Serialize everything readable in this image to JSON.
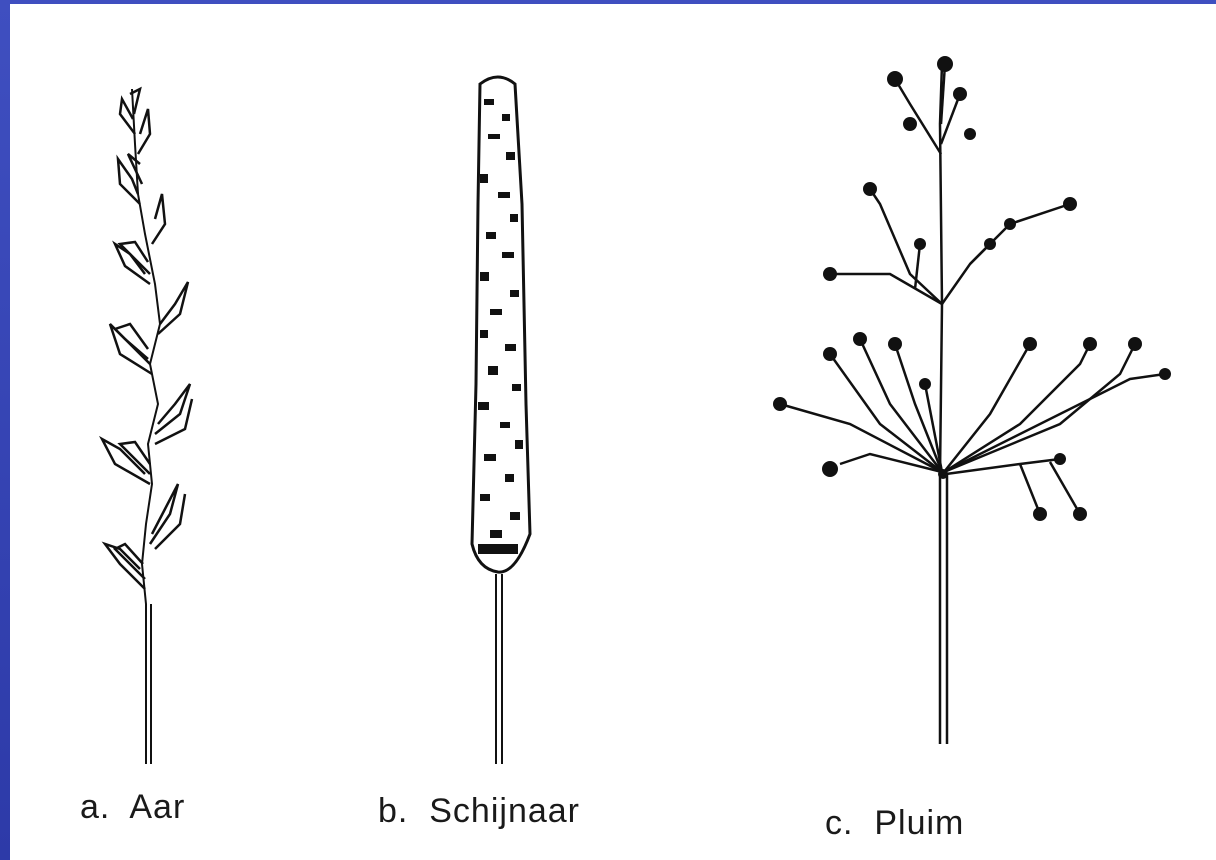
{
  "captions": {
    "a": "a.  Aar",
    "b": "b.  Schijnaar",
    "c": "c.  Pluim"
  }
}
